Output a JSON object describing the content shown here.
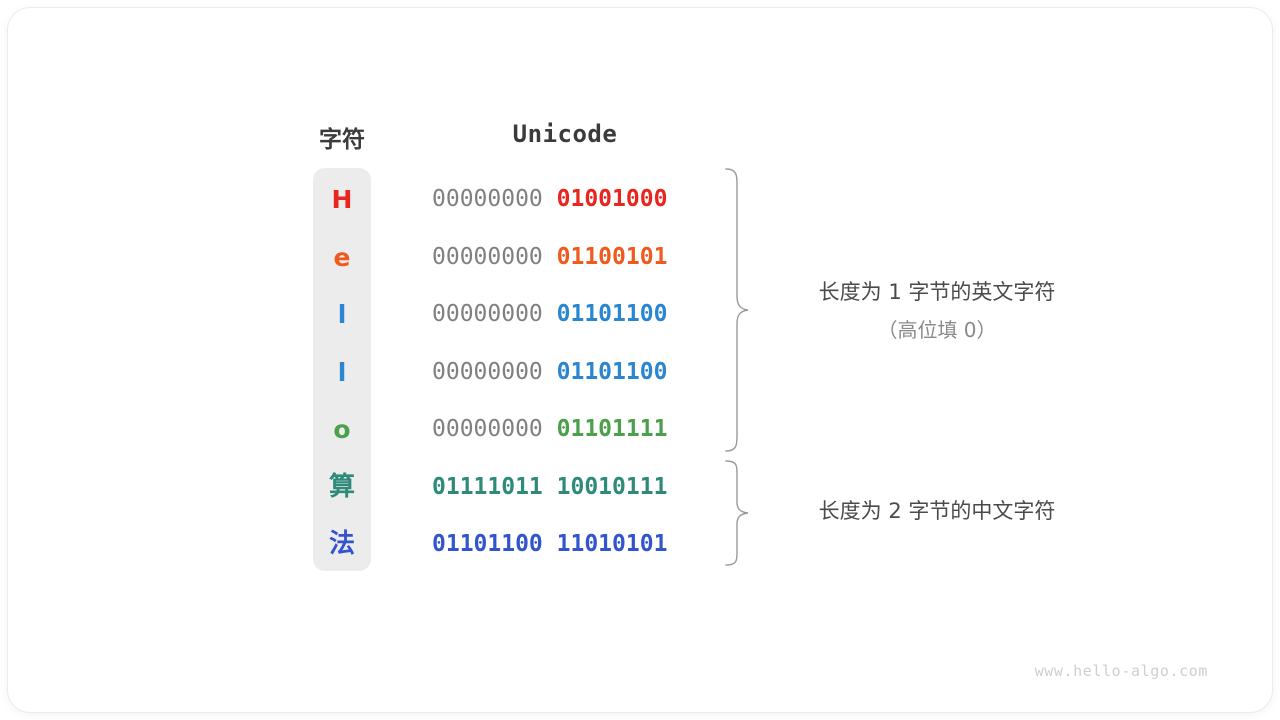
{
  "figure": {
    "title_chars": "字符",
    "title_unicode": "Unicode",
    "watermark": "www.hello-algo.com"
  },
  "colors": {
    "red": "#e8251f",
    "orange": "#ef5a1e",
    "blue": "#2a86d0",
    "green": "#4ca04c",
    "teal": "#2f8a79",
    "indigo": "#3355cc",
    "gray": "#808080",
    "strip_bg": "#ececec",
    "heading": "#3b3b3b",
    "annotation": "#4a4a4a",
    "annotation_sub": "#8a8a8a",
    "brace": "#9a9a9a",
    "watermark": "#cfcfcf"
  },
  "rows": [
    {
      "char": "H",
      "char_color": "#e8251f",
      "is_cjk": false,
      "high_byte": "00000000",
      "low_byte": "01001000",
      "high_is_padding": true,
      "bits_color": "#e8251f"
    },
    {
      "char": "e",
      "char_color": "#ef5a1e",
      "is_cjk": false,
      "high_byte": "00000000",
      "low_byte": "01100101",
      "high_is_padding": true,
      "bits_color": "#ef5a1e"
    },
    {
      "char": "l",
      "char_color": "#2a86d0",
      "is_cjk": false,
      "high_byte": "00000000",
      "low_byte": "01101100",
      "high_is_padding": true,
      "bits_color": "#2a86d0"
    },
    {
      "char": "l",
      "char_color": "#2a86d0",
      "is_cjk": false,
      "high_byte": "00000000",
      "low_byte": "01101100",
      "high_is_padding": true,
      "bits_color": "#2a86d0"
    },
    {
      "char": "o",
      "char_color": "#4ca04c",
      "is_cjk": false,
      "high_byte": "00000000",
      "low_byte": "01101111",
      "high_is_padding": true,
      "bits_color": "#4ca04c"
    },
    {
      "char": "算",
      "char_color": "#2f8a79",
      "is_cjk": true,
      "high_byte": "01111011",
      "low_byte": "10010111",
      "high_is_padding": false,
      "bits_color": "#2f8a79"
    },
    {
      "char": "法",
      "char_color": "#3355cc",
      "is_cjk": true,
      "high_byte": "01101100",
      "low_byte": "11010101",
      "high_is_padding": false,
      "bits_color": "#3355cc"
    }
  ],
  "annotations": [
    {
      "id": "ascii-group",
      "line1": "长度为 1 字节的英文字符",
      "line2": "（高位填 0）",
      "covers_rows": [
        0,
        1,
        2,
        3,
        4
      ]
    },
    {
      "id": "cjk-group",
      "line1": "长度为 2 字节的中文字符",
      "line2": "",
      "covers_rows": [
        5,
        6
      ]
    }
  ]
}
